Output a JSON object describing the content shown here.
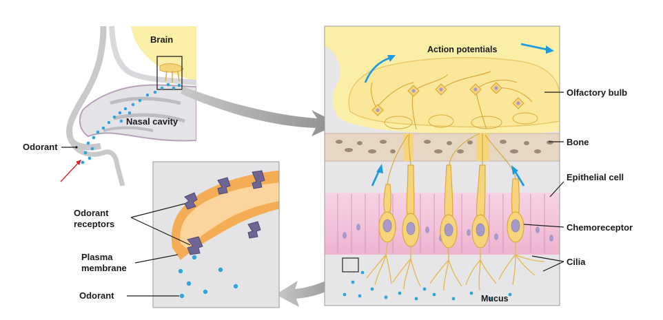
{
  "labels": {
    "brain": "Brain",
    "nasal_cavity": "Nasal cavity",
    "odorant_top": "Odorant",
    "action_potentials": "Action potentials",
    "olfactory_bulb": "Olfactory bulb",
    "bone": "Bone",
    "epithelial_cell": "Epithelial cell",
    "chemoreceptor": "Chemoreceptor",
    "cilia": "Cilia",
    "mucus": "Mucus",
    "odorant_receptors_line1": "Odorant",
    "odorant_receptors_line2": "receptors",
    "plasma_membrane_line1": "Plasma",
    "plasma_membrane_line2": "membrane",
    "odorant_bottom": "Odorant"
  },
  "colors": {
    "bulb_yellow": "#fbeea7",
    "neuron_yellow": "#f5d47a",
    "neuron_stroke": "#d9a93a",
    "neuron_nucleus": "#a79ac9",
    "bone_tan": "#e6d6c4",
    "epithelium_pink": "#f4c6dc",
    "panel_gray": "#e4e4e6",
    "membrane_orange": "#f4ad55",
    "receptor_purple": "#6e6594",
    "odorant_blue": "#2fa6d9",
    "arrow_blue": "#1e9be0",
    "pointer_red": "#e02020",
    "connector_gray": "#9a9a9a"
  }
}
